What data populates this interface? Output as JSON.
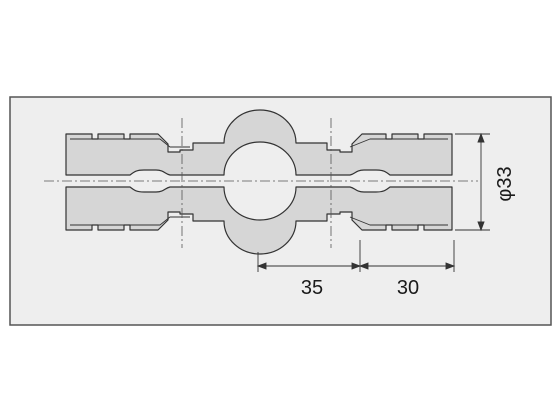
{
  "drawing": {
    "dimensions": {
      "diameter_label": "φ33",
      "center_to_center_label": "35",
      "end_length_label": "30"
    },
    "colors": {
      "panel_background": "#eeeeee",
      "panel_border": "#555555",
      "part_fill": "#d6d6d6",
      "part_outline": "#333333",
      "center_line": "#555555",
      "dimension_line": "#333333"
    }
  }
}
